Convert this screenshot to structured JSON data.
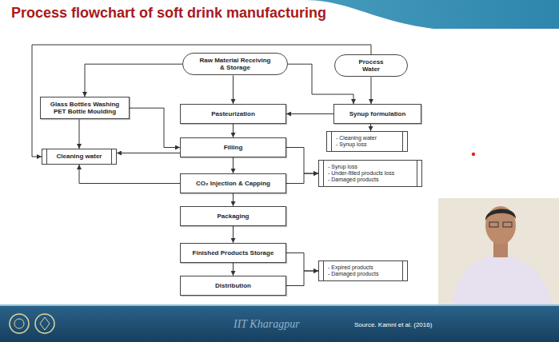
{
  "diagram": {
    "title": "Process flowchart of soft drink manufacturing",
    "nodes": [
      {
        "text": [
          "Raw Material Receiving & Storage"
        ]
      },
      {
        "text": [
          "Process Water"
        ]
      },
      {
        "text": [
          "Glass Bottles Washing PET Bottle Moulding"
        ]
      },
      {
        "text": [
          "Pasteurization"
        ]
      },
      {
        "text": [
          "Synup formulation"
        ]
      },
      {
        "text": [
          "Cleaning water"
        ]
      },
      {
        "text": [
          "Filling"
        ]
      },
      {
        "text": [
          "- Cleaning water",
          "- Synup loss"
        ]
      },
      {
        "text": [
          "CO₂ Injection & Capping"
        ]
      },
      {
        "text": [
          "- Syrup loss",
          "- Under-filled products loss",
          "- Damaged products"
        ]
      },
      {
        "text": [
          "Packaging"
        ]
      },
      {
        "text": [
          "Finished Products Storage"
        ]
      },
      {
        "text": [
          "Distribution"
        ]
      },
      {
        "text": [
          "- Expired products",
          "- Damaged products"
        ]
      }
    ],
    "edges": [
      {
        "from": 0,
        "to": 2,
        "arrow": "to"
      },
      {
        "from": 0,
        "to": 3,
        "arrow": "to"
      },
      {
        "from": 0,
        "to": 4,
        "arrow": "to"
      },
      {
        "from": 1,
        "to": 4,
        "arrow": "to"
      },
      {
        "from": 1,
        "to": 5,
        "arrow": "to"
      },
      {
        "from": 4,
        "to": 3,
        "arrow": "to"
      },
      {
        "from": 4,
        "to": 7,
        "arrow": "to"
      },
      {
        "from": 2,
        "to": 6,
        "arrow": "to"
      },
      {
        "from": 3,
        "to": 6,
        "arrow": "to"
      },
      {
        "from": 6,
        "to": 8,
        "arrow": "to"
      },
      {
        "from": 6,
        "to": 5,
        "arrow": "to"
      },
      {
        "from": 8,
        "to": 5,
        "arrow": "to"
      },
      {
        "from": 2,
        "to": 5,
        "arrow": "to"
      },
      {
        "from": 6,
        "to": 9,
        "arrow": "to"
      },
      {
        "from": 8,
        "to": 9,
        "arrow": "to"
      },
      {
        "from": 8,
        "to": 10,
        "arrow": "to"
      },
      {
        "from": 10,
        "to": 11,
        "arrow": "to"
      },
      {
        "from": 11,
        "to": 12,
        "arrow": "to"
      },
      {
        "from": 11,
        "to": 13,
        "arrow": "to"
      },
      {
        "from": 12,
        "to": 13,
        "arrow": "to"
      }
    ],
    "labels": [
      "IIT Kharagpur",
      "Source. Kamni et al. (2016)"
    ]
  }
}
